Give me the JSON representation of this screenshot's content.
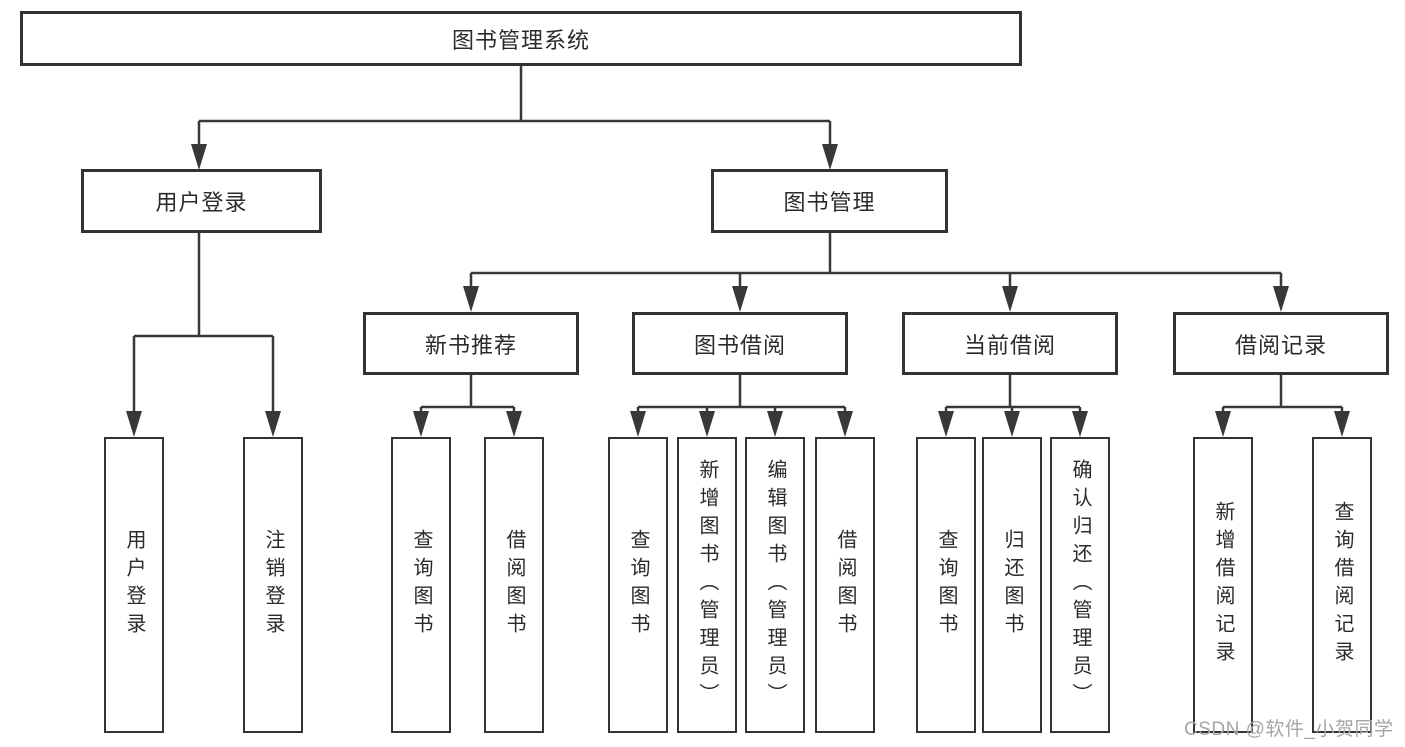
{
  "diagram": {
    "title": "图书管理系统",
    "watermark": "CSDN @软件_小贺同学",
    "colors": {
      "line": "#383838",
      "box_border": "#333333",
      "text": "#2b2b2b",
      "watermark": "#a6a6a6",
      "background": "#ffffff"
    },
    "nodes": {
      "root": "图书管理系统",
      "user_login": "用户登录",
      "book_mgmt": "图书管理",
      "new_book_rec": "新书推荐",
      "book_borrow": "图书借阅",
      "current_borrow": "当前借阅",
      "borrow_records": "借阅记录",
      "leaf_user_login": "用户登录",
      "leaf_logout": "注销登录",
      "leaf_nb_query": "查询图书",
      "leaf_nb_borrow": "借阅图书",
      "leaf_bb_query": "查询图书",
      "leaf_bb_add": "新增图书（管理员）",
      "leaf_bb_edit": "编辑图书（管理员）",
      "leaf_bb_borrow": "借阅图书",
      "leaf_cb_query": "查询图书",
      "leaf_cb_return": "归还图书",
      "leaf_cb_confirm": "确认归还（管理员）",
      "leaf_br_add": "新增借阅记录",
      "leaf_br_query": "查询借阅记录"
    }
  }
}
